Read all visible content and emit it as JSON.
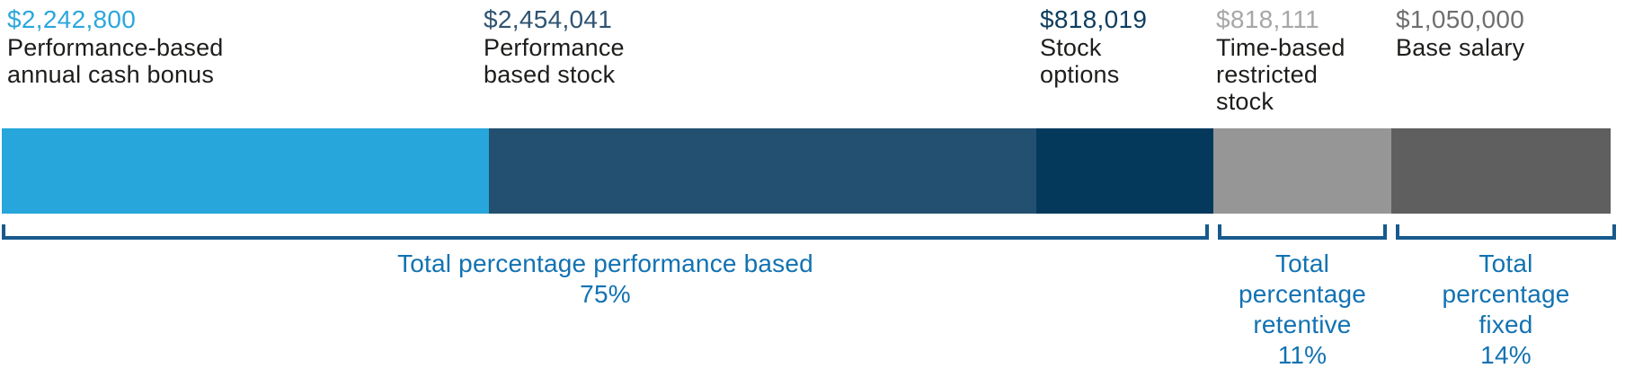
{
  "chart_data": {
    "type": "bar",
    "orientation": "horizontal-stacked",
    "title": "",
    "bracket_color": "#175A8D",
    "group_label_color": "#1272B2",
    "desc_color": "#1D1D1B",
    "segments": [
      {
        "amount": "$2,242,800",
        "value": 2242800,
        "label": "Performance-based\nannual cash bonus",
        "color": "#26A6DA",
        "amount_color": "#2BA7DC"
      },
      {
        "amount": "$2,454,041",
        "value": 2454041,
        "label": "Performance\nbased stock",
        "color": "#235070",
        "amount_color": "#2F5372"
      },
      {
        "amount": "$818,019",
        "value": 818019,
        "label": "Stock\noptions",
        "color": "#04395C",
        "amount_color": "#0D3D5F"
      },
      {
        "amount": "$818,111",
        "value": 818111,
        "label": "Time-based\nrestricted\nstock",
        "color": "#969696",
        "amount_color": "#A7A7A7"
      },
      {
        "amount": "$1,050,000",
        "value": 1050000,
        "label": "Base salary",
        "color": "#5F5F5F",
        "amount_color": "#6F6F6F"
      }
    ],
    "groups": [
      {
        "label": "Total percentage performance based",
        "pct": "75%"
      },
      {
        "label": "Total percentage retentive",
        "pct": "11%"
      },
      {
        "label": "Total percentage fixed",
        "pct": "14%"
      }
    ]
  }
}
